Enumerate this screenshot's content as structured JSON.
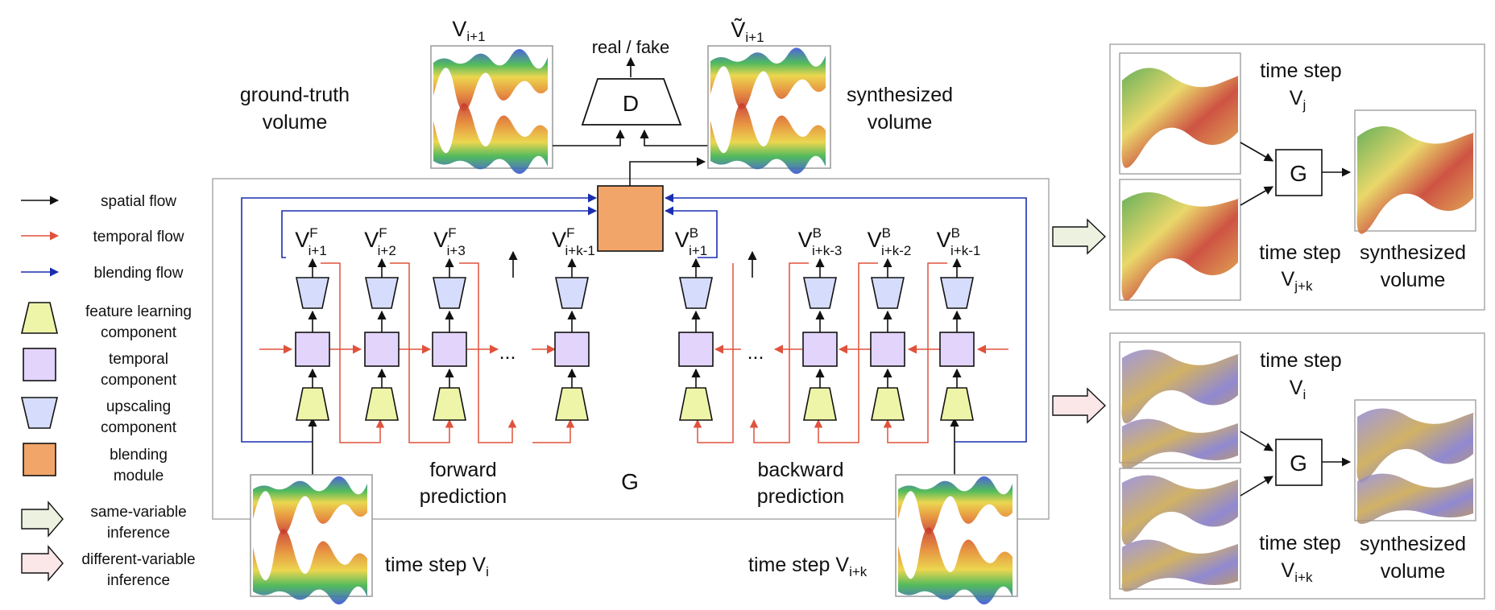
{
  "top": {
    "gt_label": "ground-truth",
    "gt_label2": "volume",
    "syn_label": "synthesized",
    "syn_label2": "volume",
    "real_fake": "real / fake",
    "disc": "D",
    "vi1_main": "V",
    "vi1_sub": "i+1",
    "vtilde_main": "Ṽ",
    "vtilde_sub": "i+1"
  },
  "generator": {
    "label": "G",
    "forward_label": "forward",
    "forward_label2": "prediction",
    "backward_label": "backward",
    "backward_label2": "prediction",
    "ellipsis": "...",
    "forward_outputs": [
      {
        "main": "V",
        "sup": "F",
        "sub": "i+1"
      },
      {
        "main": "V",
        "sup": "F",
        "sub": "i+2"
      },
      {
        "main": "V",
        "sup": "F",
        "sub": "i+3"
      },
      {
        "main": "V",
        "sup": "F",
        "sub": "i+k-1"
      }
    ],
    "backward_outputs": [
      {
        "main": "V",
        "sup": "B",
        "sub": "i+1"
      },
      {
        "main": "V",
        "sup": "B",
        "sub": "i+k-3"
      },
      {
        "main": "V",
        "sup": "B",
        "sub": "i+k-2"
      },
      {
        "main": "V",
        "sup": "B",
        "sub": "i+k-1"
      }
    ],
    "input_left": {
      "prefix": "time step V",
      "sub": "i"
    },
    "input_right": {
      "prefix": "time step V",
      "sub": "i+k"
    }
  },
  "legend": [
    {
      "id": "spatial",
      "label": "spatial flow"
    },
    {
      "id": "temporal",
      "label": "temporal flow"
    },
    {
      "id": "blending",
      "label": "blending flow"
    },
    {
      "id": "feature",
      "label": "feature learning",
      "label2": "component"
    },
    {
      "id": "temporal_comp",
      "label": "temporal",
      "label2": "component"
    },
    {
      "id": "upscaling",
      "label": "upscaling",
      "label2": "component"
    },
    {
      "id": "blending_mod",
      "label": "blending",
      "label2": "module"
    },
    {
      "id": "same_var",
      "label": "same-variable",
      "label2": "inference"
    },
    {
      "id": "diff_var",
      "label": "different-variable",
      "label2": "inference"
    }
  ],
  "inference_same": {
    "ts1": "time step",
    "ts1_main": "V",
    "ts1_sub": "j",
    "ts2": "time step",
    "ts2_main": "V",
    "ts2_sub": "j+k",
    "gen": "G",
    "out": "synthesized",
    "out2": "volume"
  },
  "inference_diff": {
    "ts1": "time step",
    "ts1_main": "V",
    "ts1_sub": "i",
    "ts2": "time step",
    "ts2_main": "V",
    "ts2_sub": "i+k",
    "gen": "G",
    "out": "synthesized",
    "out2": "volume"
  },
  "colors": {
    "spatial": "#111111",
    "temporal": "#e0523c",
    "blending": "#1a2fb0",
    "feature": "#eef5a8",
    "temporal_comp": "#e2d4fb",
    "upscaling": "#d6dcfb",
    "blending_mod": "#f2a569",
    "same_arrow": "#ecf1e0",
    "diff_arrow": "#fbe6e8"
  }
}
